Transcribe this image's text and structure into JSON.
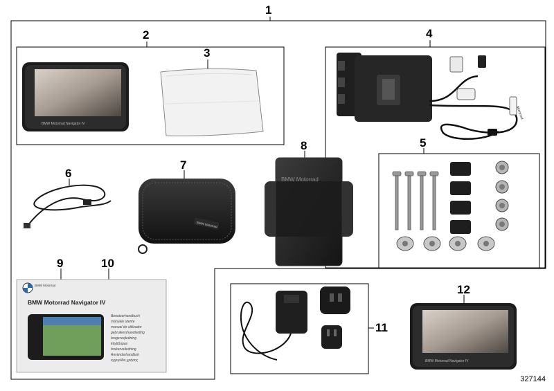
{
  "callouts": {
    "c1": "1",
    "c2": "2",
    "c3": "3",
    "c4": "4",
    "c5": "5",
    "c6": "6",
    "c7": "7",
    "c8": "8",
    "c9": "9",
    "c10": "10",
    "c11": "11",
    "c12": "12"
  },
  "product_labels": {
    "navigator_bezel": "BMW Motorrad Navigator IV",
    "navigator_bezel_2": "BMW Motorrad Navigator IV",
    "case_tag": "BMW Motorrad",
    "holster_brand": "BMW Motorrad",
    "cable_tag": "Motorrad"
  },
  "manual": {
    "brand_small": "BMW Motorrad",
    "title": "BMW Motorrad Navigator IV",
    "languages": [
      "Benutzerhandbuch",
      "manuale utente",
      "manual do utilizador",
      "gebruikershandleiding",
      "brugervejledning",
      "käyttöopas",
      "brukerveiledning",
      "Användarhandbok",
      "εγχειρίδιο χρήσης"
    ]
  },
  "reference_id": "327144"
}
